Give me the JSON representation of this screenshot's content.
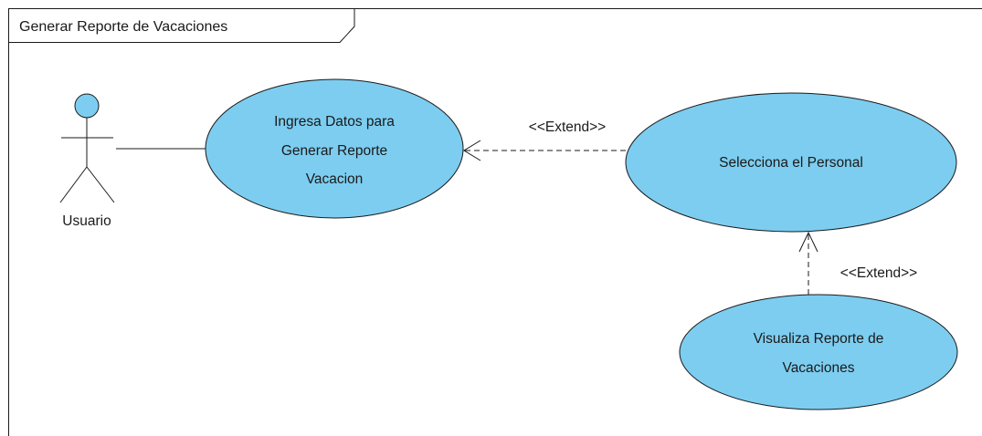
{
  "diagram": {
    "frame_title": "Generar Reporte de Vacaciones",
    "actor": {
      "label": "Usuario"
    },
    "use_cases": [
      {
        "id": "uc1",
        "lines": [
          "Ingresa Datos para",
          "Generar Reporte",
          "Vacacion"
        ]
      },
      {
        "id": "uc2",
        "lines": [
          "Selecciona el Personal"
        ]
      },
      {
        "id": "uc3",
        "lines": [
          "Visualiza Reporte de",
          "Vacaciones"
        ]
      }
    ],
    "relations": [
      {
        "from": "uc2",
        "to": "uc1",
        "type": "extend",
        "label": "<<Extend>>"
      },
      {
        "from": "uc3",
        "to": "uc2",
        "type": "extend",
        "label": "<<Extend>>"
      },
      {
        "from": "actor",
        "to": "uc1",
        "type": "association",
        "label": ""
      }
    ],
    "colors": {
      "use_case_fill": "#7dcdf0",
      "actor_head_fill": "#7dcdf0",
      "stroke": "#1a1a1a"
    }
  }
}
